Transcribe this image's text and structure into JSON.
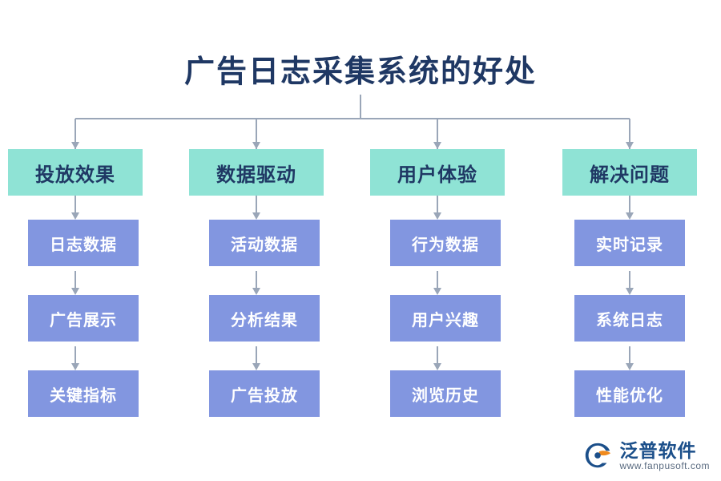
{
  "title": "广告日志采集系统的好处",
  "colors": {
    "title_color": "#1f3864",
    "head_bg": "#8fe3d5",
    "head_text": "#1f3864",
    "node_bg": "#8296e0",
    "node_text": "#ffffff",
    "connector": "#9aa6b8",
    "background": "#ffffff",
    "logo_blue": "#1b4f8a",
    "logo_orange": "#f08a1d"
  },
  "columns": [
    {
      "head": "投放效果",
      "nodes": [
        "日志数据",
        "广告展示",
        "关键指标"
      ]
    },
    {
      "head": "数据驱动",
      "nodes": [
        "活动数据",
        "分析结果",
        "广告投放"
      ]
    },
    {
      "head": "用户体验",
      "nodes": [
        "行为数据",
        "用户兴趣",
        "浏览历史"
      ]
    },
    {
      "head": "解决问题",
      "nodes": [
        "实时记录",
        "系统日志",
        "性能优化"
      ]
    }
  ],
  "watermark": {
    "name": "泛普软件",
    "url": "www.fanpusoft.com"
  }
}
